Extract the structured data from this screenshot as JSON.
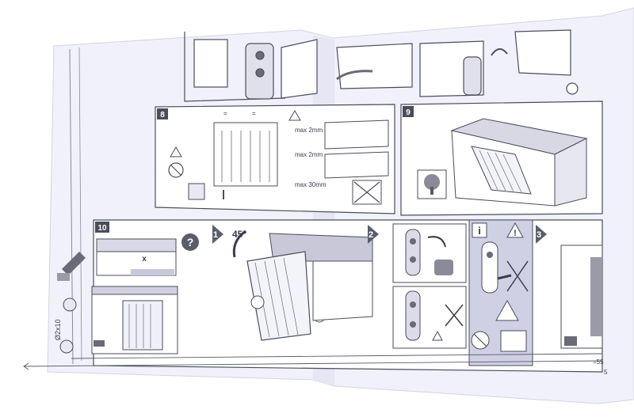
{
  "panels": {
    "p8": {
      "num": "8",
      "spacing": "=",
      "max_a": "max 2mm",
      "max_b": "max 2mm",
      "max_c": "max 30mm"
    },
    "p9": {
      "num": "9"
    },
    "p10": {
      "num": "10",
      "angle": "45°",
      "sub1": "1",
      "sub2": "2",
      "sub3": "3",
      "hole_label": "Ø2x10"
    }
  },
  "edge_labels": {
    "right_a": "=55",
    "right_b": "5"
  },
  "colors": {
    "sheet": "#f1f1fb",
    "line": "#4a4d5a",
    "tint": "#cfd0e4",
    "grey": "#9a9aa8"
  },
  "icons": [
    "warning-icon",
    "info-icon",
    "question-icon",
    "tree-icon",
    "drill-icon",
    "screw-icon",
    "no-tool-icon"
  ]
}
